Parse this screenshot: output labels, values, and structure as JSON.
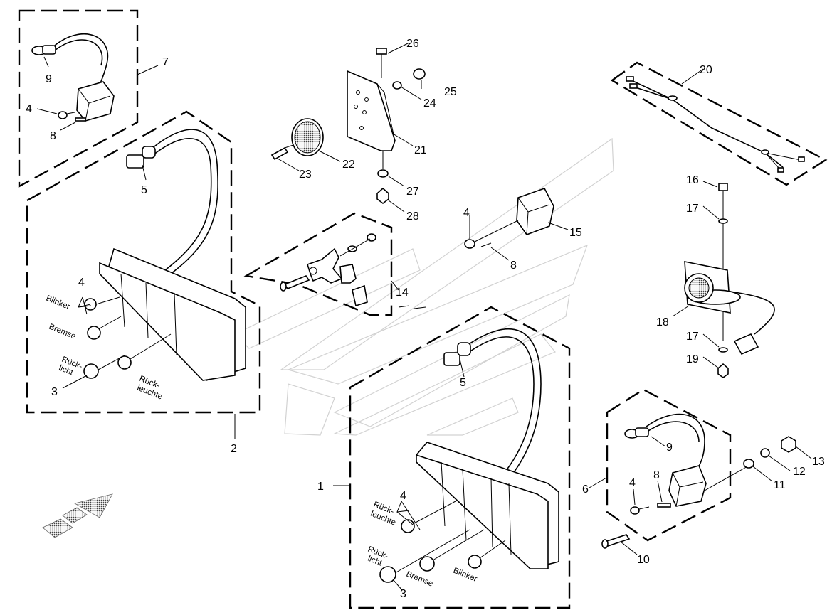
{
  "part_numbers": {
    "n1": "1",
    "n2": "2",
    "n3a": "3",
    "n3b": "3",
    "n4a": "4",
    "n4b": "4",
    "n4c": "4",
    "n4d": "4",
    "n4e": "4",
    "n5a": "5",
    "n5b": "5",
    "n6": "6",
    "n7": "7",
    "n8a": "8",
    "n8b": "8",
    "n8c": "8",
    "n9a": "9",
    "n9b": "9",
    "n10": "10",
    "n11": "11",
    "n12": "12",
    "n13": "13",
    "n14": "14",
    "n15": "15",
    "n16": "16",
    "n17a": "17",
    "n17b": "17",
    "n18": "18",
    "n19": "19",
    "n20": "20",
    "n21": "21",
    "n22": "22",
    "n23": "23",
    "n24": "24",
    "n25": "25",
    "n26": "26",
    "n27": "27",
    "n28": "28"
  },
  "lamp_labels": {
    "blinker": "Blinker",
    "bremse": "Bremse",
    "rueck": "Rück-",
    "licht": "licht",
    "leuchte": "leuchte"
  },
  "colors": {
    "ink": "#000000",
    "watermark": "#d2d2d2",
    "arrow_fill": "#9a9a9a"
  },
  "direction_arrow_icon": "arrow-forward-icon"
}
